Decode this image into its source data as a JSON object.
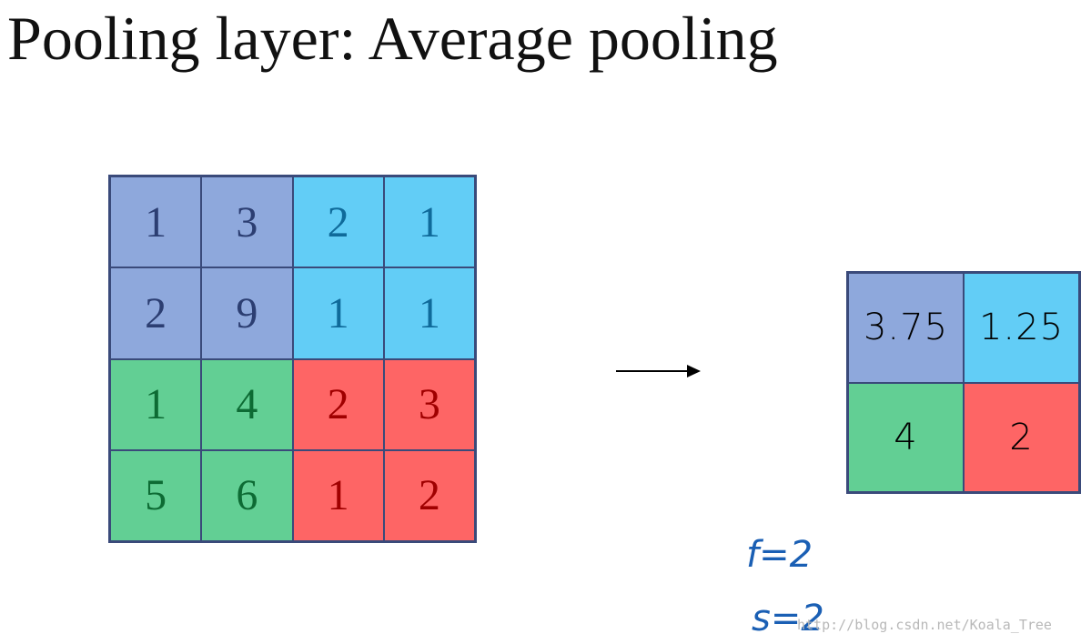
{
  "title": "Pooling layer: Average pooling",
  "colors": {
    "purple_cell": "#8ea8dc",
    "purple_text": "#2c3e72",
    "blue_cell": "#62cdf6",
    "blue_text": "#0f6a9a",
    "green_cell": "#62cf94",
    "green_text": "#0d6b34",
    "red_cell": "#fe6565",
    "red_text": "#a00000",
    "handwriting": "#1a5fb4"
  },
  "input_matrix": {
    "rows": [
      [
        {
          "value": "1",
          "region": "purple"
        },
        {
          "value": "3",
          "region": "purple"
        },
        {
          "value": "2",
          "region": "blue"
        },
        {
          "value": "1",
          "region": "blue"
        }
      ],
      [
        {
          "value": "2",
          "region": "purple"
        },
        {
          "value": "9",
          "region": "purple"
        },
        {
          "value": "1",
          "region": "blue"
        },
        {
          "value": "1",
          "region": "blue"
        }
      ],
      [
        {
          "value": "1",
          "region": "green"
        },
        {
          "value": "4",
          "region": "green"
        },
        {
          "value": "2",
          "region": "red"
        },
        {
          "value": "3",
          "region": "red"
        }
      ],
      [
        {
          "value": "5",
          "region": "green"
        },
        {
          "value": "6",
          "region": "green"
        },
        {
          "value": "1",
          "region": "red"
        },
        {
          "value": "2",
          "region": "red"
        }
      ]
    ]
  },
  "output_matrix": {
    "rows": [
      [
        {
          "value": "3.75",
          "region": "purple"
        },
        {
          "value": "1.25",
          "region": "blue"
        }
      ],
      [
        {
          "value": "4",
          "region": "green"
        },
        {
          "value": "2",
          "region": "red"
        }
      ]
    ]
  },
  "arrow_icon": "right-arrow-icon",
  "hyperparams": {
    "f_label": "f=2",
    "s_label": "s=2"
  },
  "watermark": "http://blog.csdn.net/Koala_Tree"
}
